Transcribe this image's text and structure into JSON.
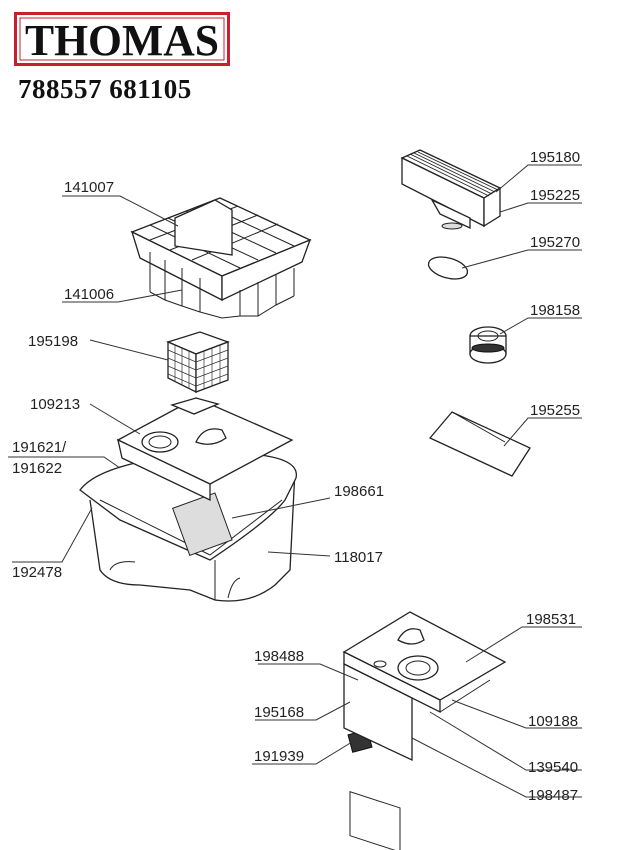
{
  "brand": {
    "name": "THOMAS",
    "color": "#c8202e"
  },
  "header": {
    "part_numbers": "788557 681105"
  },
  "labels": {
    "l141007": "141007",
    "l141006": "141006",
    "l195198": "195198",
    "l109213": "109213",
    "l191621": "191621/",
    "l191622": "191622",
    "l192478": "192478",
    "l198661": "198661",
    "l118017": "118017",
    "l195180": "195180",
    "l195225": "195225",
    "l195270": "195270",
    "l198158": "198158",
    "l195255": "195255",
    "l198531": "198531",
    "l198488": "198488",
    "l195168": "195168",
    "l191939": "191939",
    "l109188": "109188",
    "l139540": "139540",
    "l198487": "198487"
  }
}
